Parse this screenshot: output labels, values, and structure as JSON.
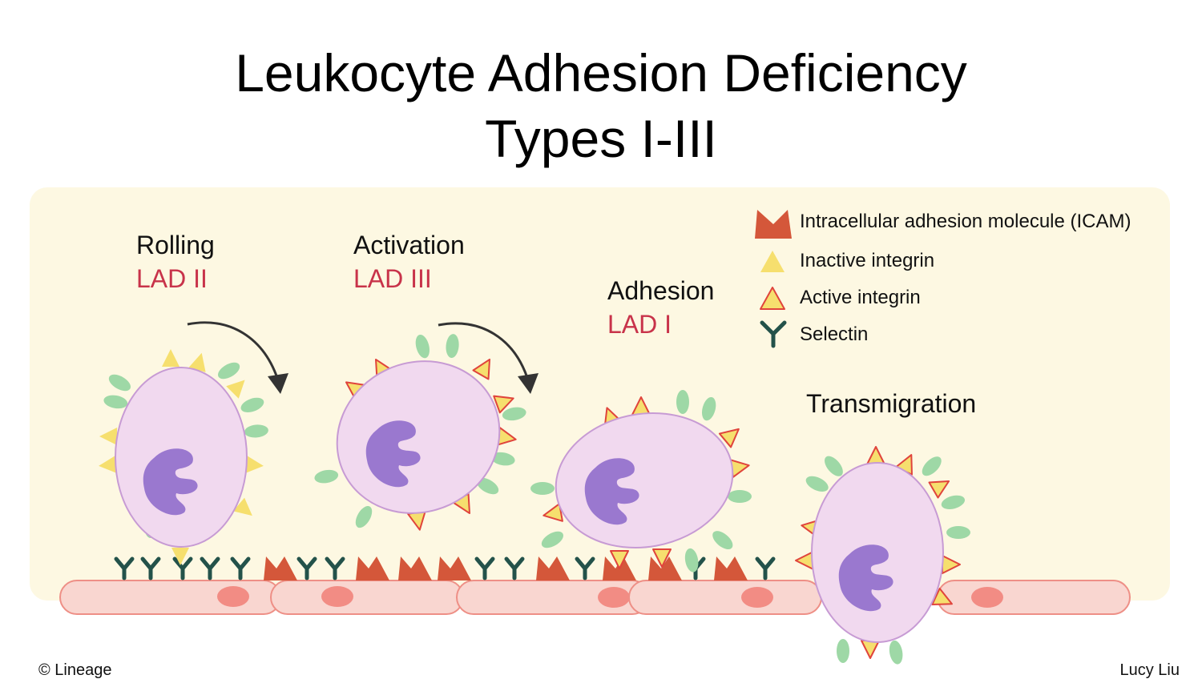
{
  "title": {
    "line1": "Leukocyte Adhesion Deficiency",
    "line2": "Types I-III"
  },
  "stages": [
    {
      "name": "Rolling",
      "lad": "LAD II"
    },
    {
      "name": "Activation",
      "lad": "LAD III"
    },
    {
      "name": "Adhesion",
      "lad": "LAD I"
    },
    {
      "name": "Transmigration",
      "lad": ""
    }
  ],
  "legend": [
    {
      "label": "Intracellular adhesion molecule (ICAM)",
      "color": "#d4573a"
    },
    {
      "label": "Inactive integrin",
      "color": "#f6df6e"
    },
    {
      "label": "Active integrin",
      "color": "#f6df6e"
    },
    {
      "label": "Selectin",
      "color": "#23524a"
    }
  ],
  "colors": {
    "panel": "#fdf8e2",
    "cell": "#f1d9ef",
    "nucleus": "#9a78cf",
    "endothelium": "#f9d6d0",
    "endothelial_nucleus": "#f28c84",
    "ligand": "#9ed8a6",
    "lad_text": "#c8334a"
  },
  "credits": {
    "left": "© Lineage",
    "right": "Lucy Liu"
  }
}
